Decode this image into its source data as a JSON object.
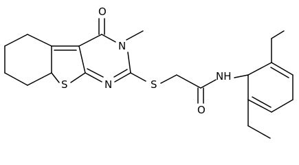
{
  "molecule": {
    "atoms": {
      "O_carbonyl_ring": "O",
      "N_methyl": "N",
      "S_thiophene": "S",
      "N_ring": "N",
      "S_thioether": "S",
      "O_amide": "O",
      "NH_amide": "NH"
    },
    "colors": {
      "bond": "#000000",
      "label": "#000000",
      "background": "#ffffff"
    }
  }
}
